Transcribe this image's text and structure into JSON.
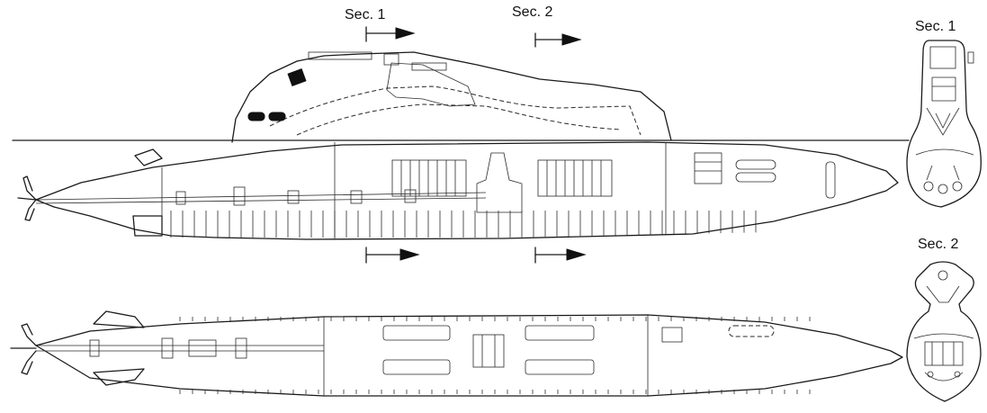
{
  "labels": {
    "side_sec1": "Sec. 1",
    "side_sec2": "Sec. 2",
    "section1_title": "Sec. 1",
    "section2_title": "Sec. 2"
  },
  "colors": {
    "ink": "#1a1a1a",
    "background": "#ffffff"
  }
}
